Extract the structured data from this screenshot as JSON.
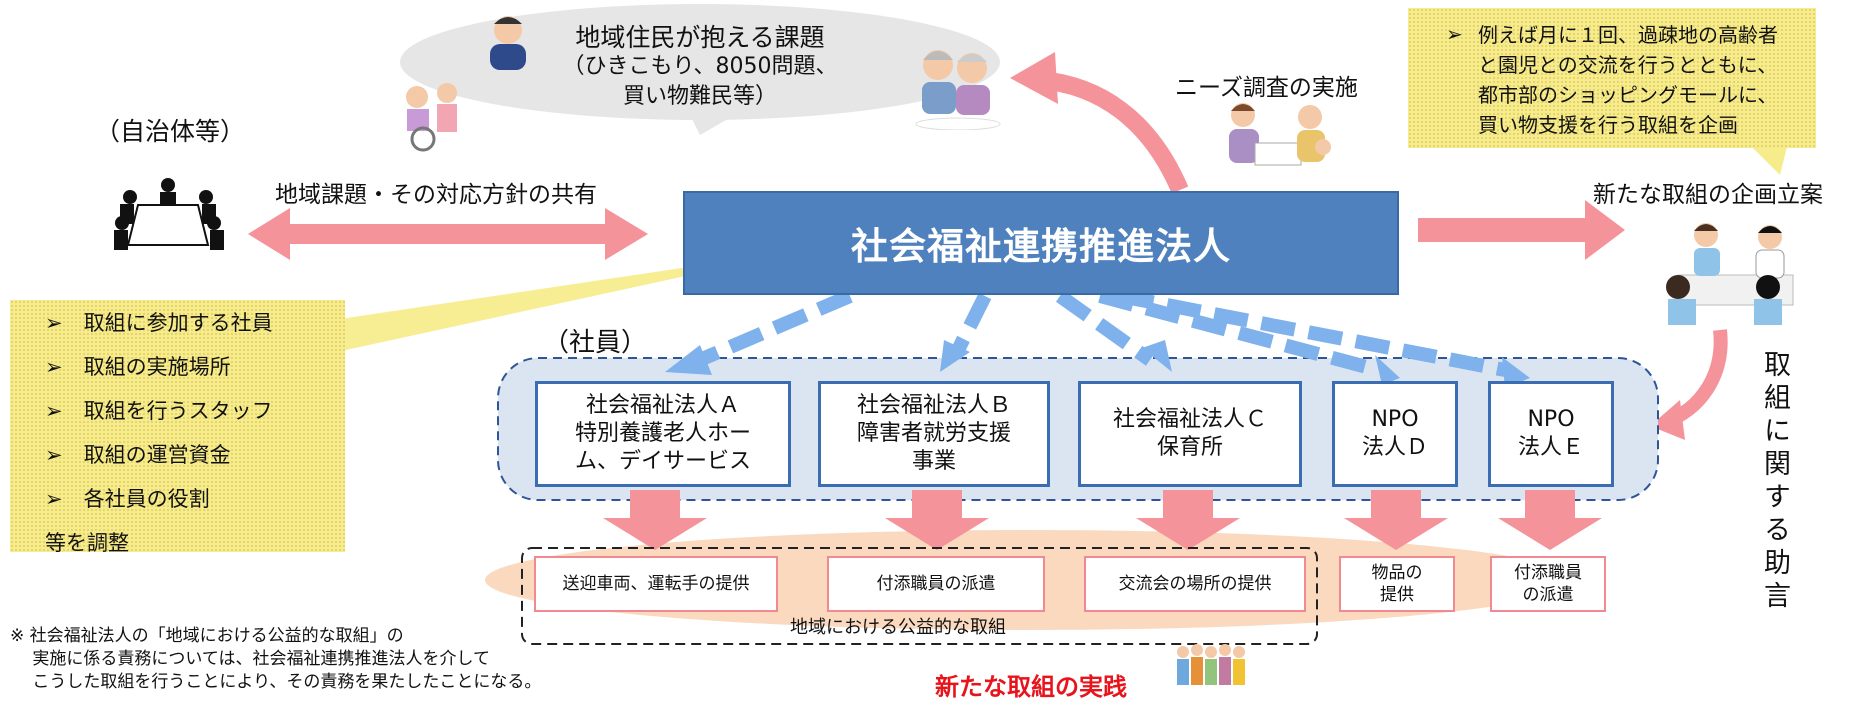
{
  "issue_bubble": {
    "title": "地域住民が抱える課題",
    "detail": "（ひきこもり、8050問題、\n買い物難民等）"
  },
  "municipality": {
    "label": "（自治体等）",
    "icon": "meeting-people-icon"
  },
  "share_label": "地域課題・その対応方針の共有",
  "survey_label": "ニーズ調査の実施",
  "central": {
    "label": "社会福祉連携推進法人",
    "color": "#4e81bd"
  },
  "plan_label": "新たな取組の企画立案",
  "example_note": "例えば月に１回、過疎地の高齢者と園児との交流を行うとともに、都市部のショッピングモールに、買い物支援を行う取組を企画",
  "adjust_items": [
    "取組に参加する社員",
    "取組の実施場所",
    "取組を行うスタッフ",
    "取組の運営資金",
    "各社員の役割"
  ],
  "adjust_footer": "等を調整",
  "members_label": "（社員）",
  "members": [
    "社会福祉法人Ａ\n特別養護老人ホー\nム、デイサービス",
    "社会福祉法人Ｂ\n障害者就労支援\n事業",
    "社会福祉法人Ｃ\n保育所",
    "NPO\n法人Ｄ",
    "NPO\n法人Ｅ"
  ],
  "services": [
    "送迎車両、運転手の提供",
    "付添職員の派遣",
    "交流会の場所の提供",
    "物品の\n提供",
    "付添職員\nの派遣"
  ],
  "public_label": "地域における公益的な取組",
  "advice_label": "取組に関する助言",
  "practice_label": "新たな取組の実践",
  "footnote": "※  社会福祉法人の「地域における公益的な取組」の\n　 実施に係る責務については、社会福祉連携推進法人を介して\n　 こうした取組を行うことにより、その責務を果たしたことになる。",
  "colors": {
    "accent_red": "#f4939a",
    "dash_blue": "#7fb2ec",
    "box_border": "#3b6db2",
    "yellow": "#f7ec8c"
  }
}
